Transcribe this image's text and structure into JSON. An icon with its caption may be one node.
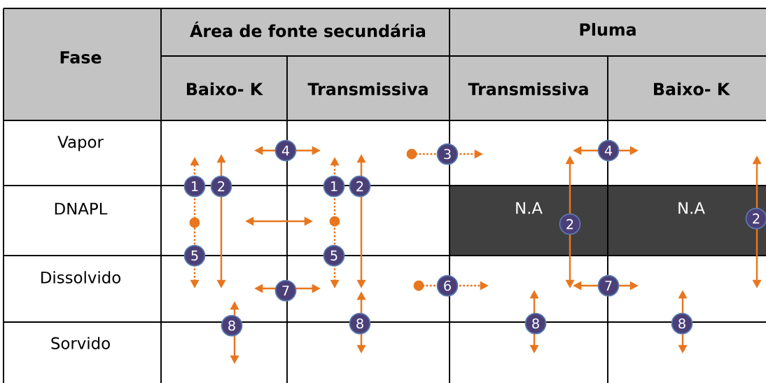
{
  "diagram": {
    "labels": [
      "Fase",
      "Área de fonte secundária",
      "Pluma",
      "Baixo- K",
      "Transmissiva",
      "Transmissiva",
      "Baixo- K",
      "Vapor",
      "4",
      "3",
      "4",
      "1",
      "2",
      "1",
      "2",
      "DNAPL",
      "N.A",
      "2",
      "N.A",
      "2",
      "5",
      "5",
      "Dissolvido",
      "7",
      "6",
      "7",
      "8",
      "8",
      "8",
      "8",
      "Sorvido"
    ]
  }
}
